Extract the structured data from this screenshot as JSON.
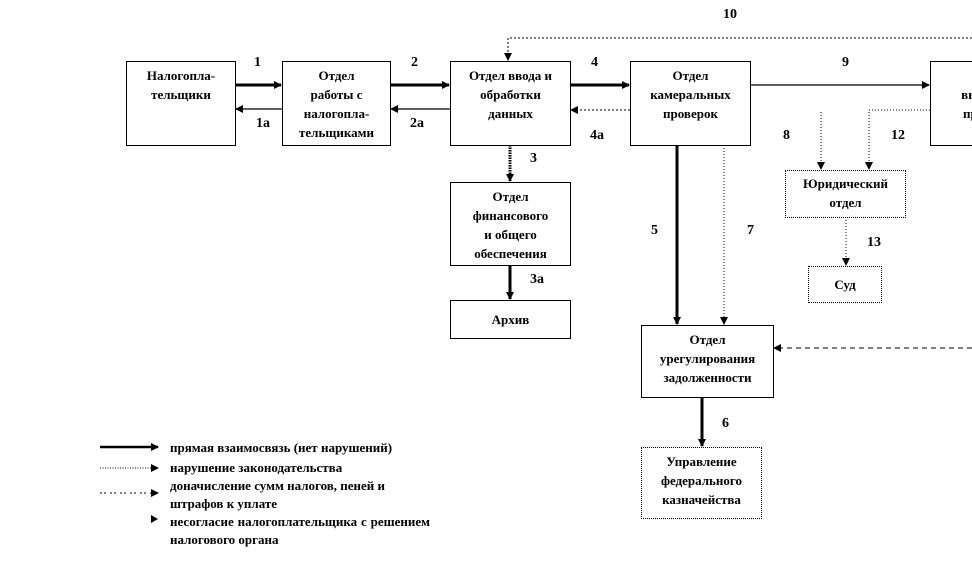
{
  "boxes": {
    "taxpayers": "Налогопла-\nтельщики",
    "taxpayer_dept": "Отдел\nработы с\nналогопла-\nтельщиками",
    "data_entry": "Отдел ввода и\nобработки\nданных",
    "desk_audit": "Отдел\nкамеральных\nпроверок",
    "field_audit": "Отдел\nвыездных\nпроверок",
    "finance": "Отдел\nфинансового\nи общего\nобеспечения",
    "archive": "Архив",
    "legal": "Юридический\nотдел",
    "court": "Суд",
    "debt": "Отдел\nурегулирования\nзадолженности",
    "treasury": "Управление\nфедерального\nказначейства"
  },
  "arrow_labels": [
    "1",
    "1а",
    "2",
    "2а",
    "3",
    "3а",
    "4",
    "4а",
    "5",
    "6",
    "7",
    "8",
    "9",
    "10",
    "12",
    "13"
  ],
  "legend": [
    "прямая взаимосвязь (нет нарушений)",
    "нарушение законодательства",
    "доначисление сумм налогов, пеней и штрафов к уплате",
    "несогласие налогоплательщика с решением налогового органа"
  ]
}
